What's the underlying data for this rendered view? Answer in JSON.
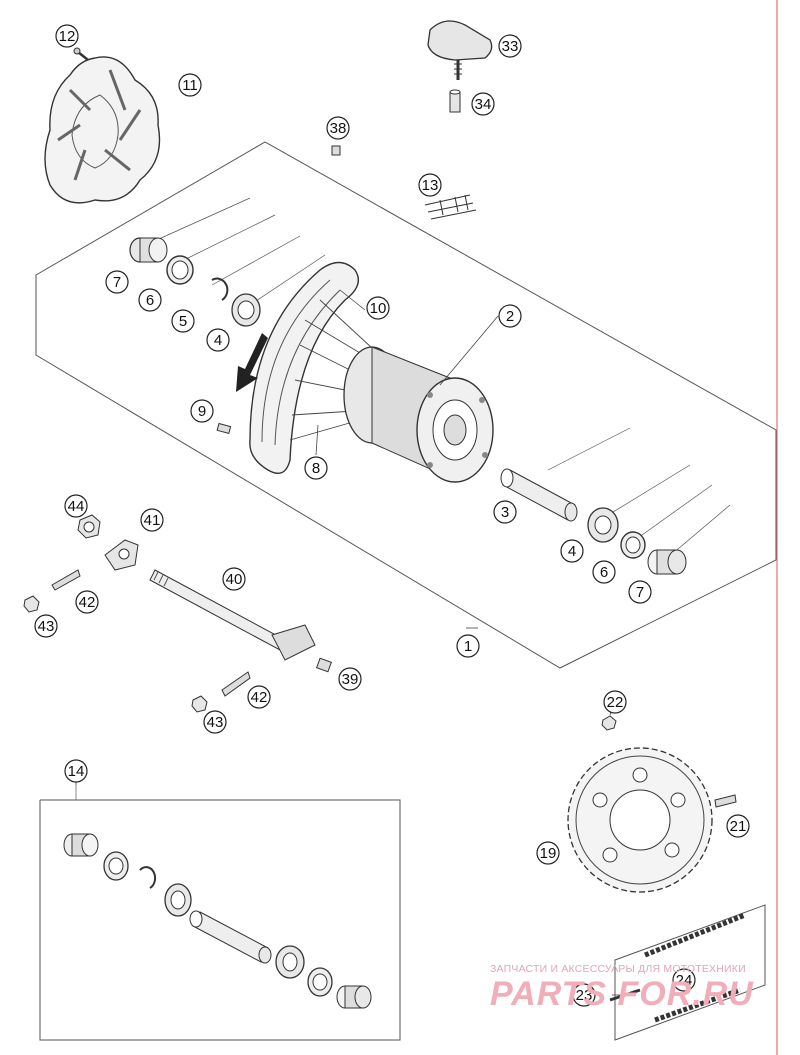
{
  "callouts": [
    {
      "id": "c1",
      "label": "1"
    },
    {
      "id": "c2",
      "label": "2"
    },
    {
      "id": "c3",
      "label": "3"
    },
    {
      "id": "c4a",
      "label": "4"
    },
    {
      "id": "c4b",
      "label": "4"
    },
    {
      "id": "c5",
      "label": "5"
    },
    {
      "id": "c6a",
      "label": "6"
    },
    {
      "id": "c6b",
      "label": "6"
    },
    {
      "id": "c7a",
      "label": "7"
    },
    {
      "id": "c7b",
      "label": "7"
    },
    {
      "id": "c8",
      "label": "8"
    },
    {
      "id": "c9",
      "label": "9"
    },
    {
      "id": "c10",
      "label": "10"
    },
    {
      "id": "c11",
      "label": "11"
    },
    {
      "id": "c12",
      "label": "12"
    },
    {
      "id": "c13",
      "label": "13"
    },
    {
      "id": "c14",
      "label": "14"
    },
    {
      "id": "c19",
      "label": "19"
    },
    {
      "id": "c21",
      "label": "21"
    },
    {
      "id": "c22",
      "label": "22"
    },
    {
      "id": "c23",
      "label": "23"
    },
    {
      "id": "c24",
      "label": "24"
    },
    {
      "id": "c33",
      "label": "33"
    },
    {
      "id": "c34",
      "label": "34"
    },
    {
      "id": "c38",
      "label": "38"
    },
    {
      "id": "c39",
      "label": "39"
    },
    {
      "id": "c40",
      "label": "40"
    },
    {
      "id": "c41",
      "label": "41"
    },
    {
      "id": "c42a",
      "label": "42"
    },
    {
      "id": "c42b",
      "label": "42"
    },
    {
      "id": "c43a",
      "label": "43"
    },
    {
      "id": "c43b",
      "label": "43"
    },
    {
      "id": "c44",
      "label": "44"
    }
  ],
  "watermark": {
    "tagline": "ЗАПЧАСТИ И АКСЕССУАРЫ ДЛЯ МОТОТЕХНИКИ",
    "brand": "PARTS FOR.RU"
  },
  "colors": {
    "ink": "#333333",
    "part_fill": "#e8e8e8",
    "arrow": "#222222",
    "watermark": "#f2aeb8",
    "margin_line": "#e57373"
  }
}
